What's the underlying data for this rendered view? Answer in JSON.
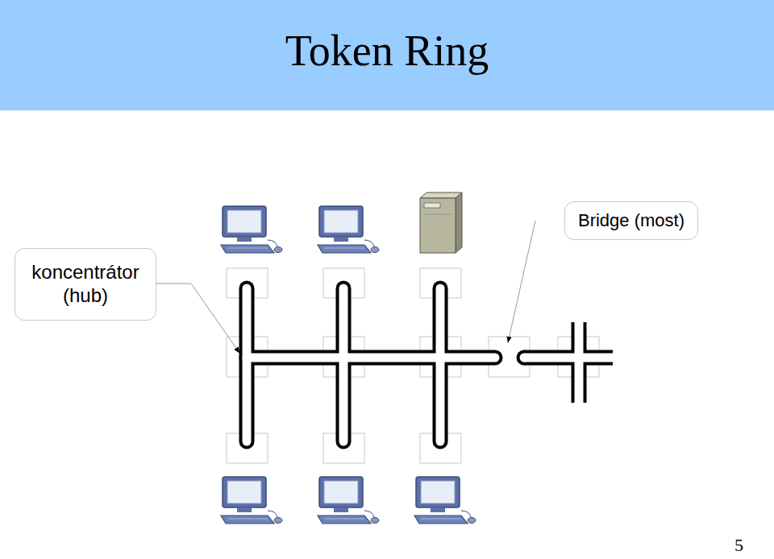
{
  "diagram": {
    "title": "Token Ring",
    "nodes": [
      {
        "text": [
          "Bridge (most)"
        ]
      },
      {
        "text": [
          "koncentrátor (hub)"
        ]
      }
    ],
    "labels": [
      "5"
    ]
  }
}
